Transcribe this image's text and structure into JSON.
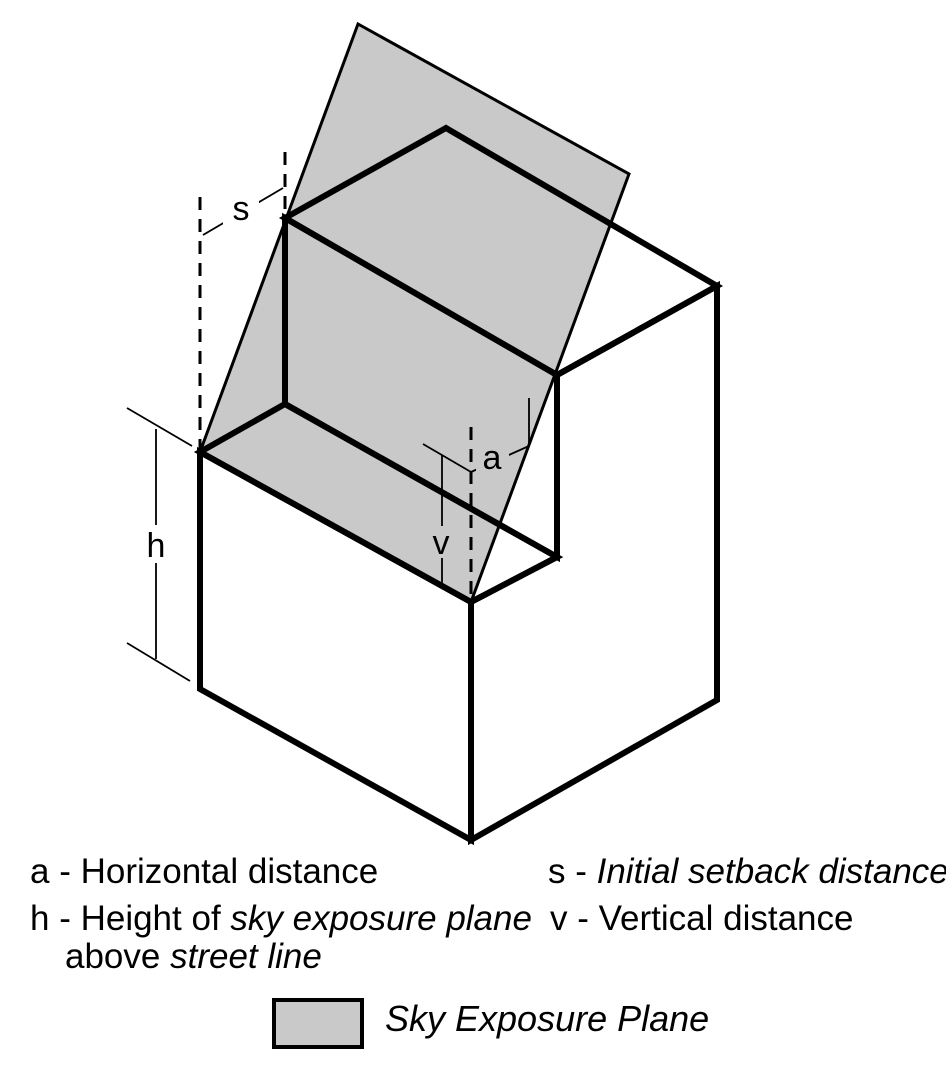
{
  "colors": {
    "plane": "#c9c9c9",
    "line": "#000000",
    "background": "#ffffff"
  },
  "diagram_labels": {
    "s": "s",
    "h": "h",
    "v": "v",
    "a": "a"
  },
  "definitions": {
    "a": {
      "key": "a - ",
      "text": "Horizontal distance"
    },
    "h": {
      "key": "h - ",
      "pre": "Height of ",
      "italic": "sky exposure plane",
      "line2_pre": "above ",
      "line2_italic": "street line"
    },
    "s": {
      "key": "s - ",
      "italic": "Initial setback distance"
    },
    "v": {
      "key": "v - ",
      "text": "Vertical distance"
    }
  },
  "legend": {
    "label": "Sky Exposure Plane"
  }
}
